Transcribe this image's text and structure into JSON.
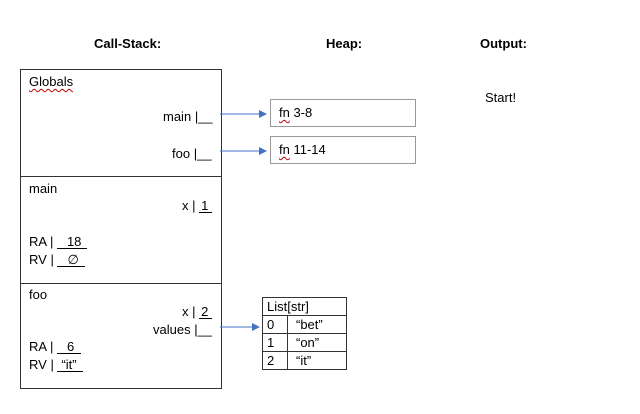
{
  "headers": {
    "call_stack": "Call-Stack:",
    "heap": "Heap:",
    "output": "Output:"
  },
  "frames": {
    "globals": {
      "title": "Globals",
      "vars": [
        {
          "name": "main",
          "sep": "|",
          "value": "__"
        },
        {
          "name": "foo",
          "sep": "|",
          "value": "__"
        }
      ]
    },
    "main": {
      "title": "main",
      "x_name": "x",
      "x_value": "1",
      "ra_name": "RA",
      "ra_value": "18",
      "rv_name": "RV",
      "rv_value": "∅"
    },
    "foo": {
      "title": "foo",
      "x_name": "x",
      "x_value": "2",
      "values_name": "values",
      "values_value": "__",
      "ra_name": "RA",
      "ra_value": "6",
      "rv_name": "RV",
      "rv_value": "“it”"
    }
  },
  "heap": {
    "fn_main": {
      "prefix": "fn",
      "rest": " 3-8"
    },
    "fn_foo": {
      "prefix": "fn",
      "rest": " 11-14"
    },
    "list": {
      "type": "List[str]",
      "rows": [
        {
          "index": "0",
          "value": "“bet”"
        },
        {
          "index": "1",
          "value": "“on”"
        },
        {
          "index": "2",
          "value": "“it”"
        }
      ]
    }
  },
  "output": {
    "lines": [
      "Start!"
    ]
  },
  "colors": {
    "arrow": "#4472c4",
    "frame_border": "#333333",
    "spell_underline": "#c00000"
  }
}
